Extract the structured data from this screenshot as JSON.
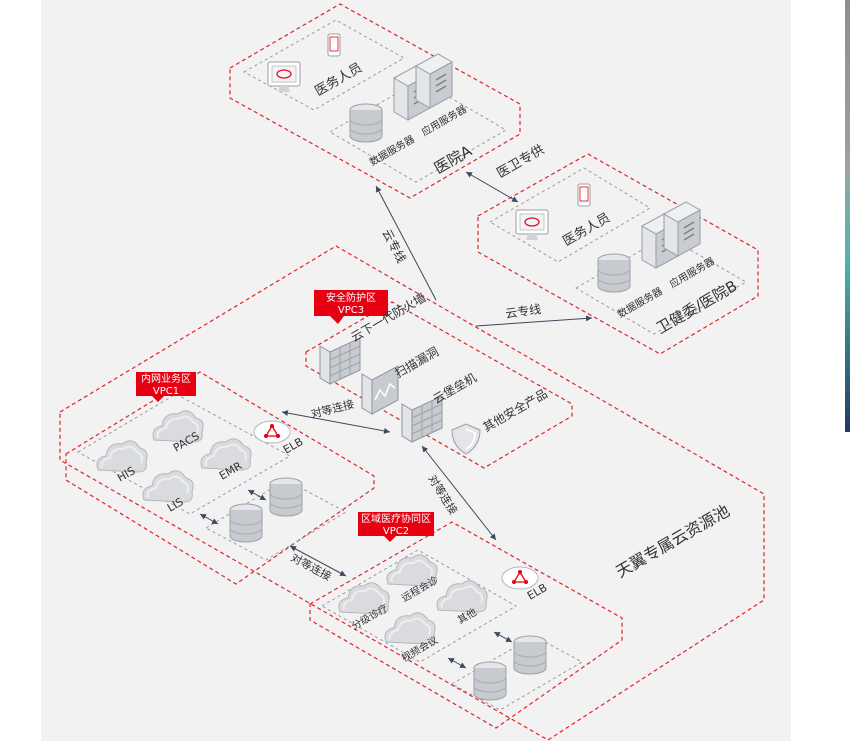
{
  "colors": {
    "accent_red": "#e60012",
    "dashed_red": "#e0242d",
    "dashed_grey": "#9b9b9b",
    "panel_bg": "#f2f2f2",
    "icon_grey": "#b9bcc1"
  },
  "hospital_a": {
    "title": "医院A",
    "staff": "医务人员",
    "db_server": "数据服务器",
    "app_server": "应用服务器"
  },
  "hospital_b": {
    "title": "卫健委/医院B",
    "staff": "医务人员",
    "db_server": "数据服务器",
    "app_server": "应用服务器"
  },
  "links": {
    "dedicated": "医卫专供",
    "cloud_line_1": "云专线",
    "cloud_line_2": "云专线",
    "peering_1": "对等连接",
    "peering_2": "对等连接",
    "peering_3": "对等连接"
  },
  "vpc3": {
    "tag_line1": "安全防护区",
    "tag_line2": "VPC3",
    "items": [
      "云下一代防火墙",
      "扫描漏洞",
      "云堡垒机",
      "其他安全产品"
    ]
  },
  "vpc1": {
    "tag_line1": "内网业务区",
    "tag_line2": "VPC1",
    "services": [
      "HIS",
      "PACS",
      "EMR",
      "LIS"
    ],
    "elb": "ELB"
  },
  "vpc2": {
    "tag_line1": "区域医疗协同区",
    "tag_line2": "VPC2",
    "services": [
      "分级诊疗",
      "远程会诊",
      "其他",
      "视频会议"
    ],
    "elb": "ELB"
  },
  "pool": {
    "title": "天翼专属云资源池"
  }
}
